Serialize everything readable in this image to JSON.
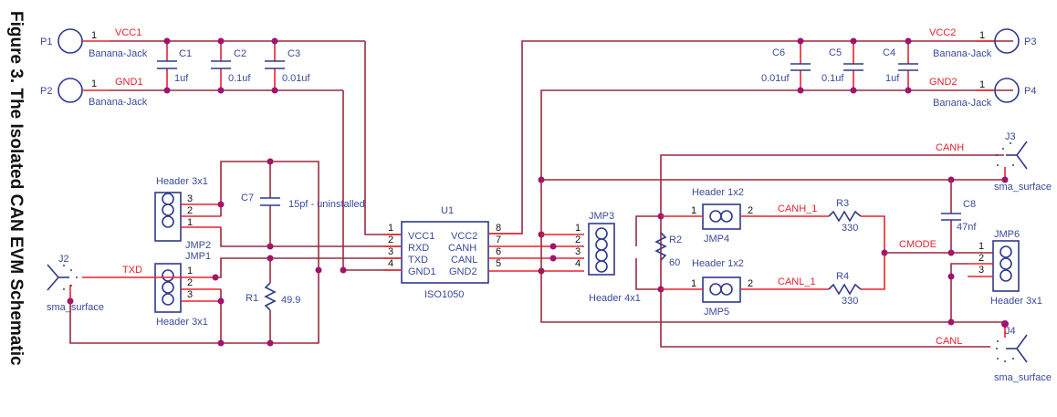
{
  "figure": {
    "title": "Figure 3. The Isolated CAN EVM Schematic"
  },
  "nets": {
    "vcc1": "VCC1",
    "gnd1": "GND1",
    "vcc2": "VCC2",
    "gnd2": "GND2",
    "txd": "TXD",
    "canh": "CANH",
    "canl": "CANL",
    "canh_1": "CANH_1",
    "canl_1": "CANL_1",
    "cmode": "CMODE"
  },
  "connectors": {
    "p1": {
      "ref": "P1",
      "type": "Banana-Jack",
      "pin": "1"
    },
    "p2": {
      "ref": "P2",
      "type": "Banana-Jack",
      "pin": "1"
    },
    "p3": {
      "ref": "P3",
      "type": "Banana-Jack",
      "pin": "1"
    },
    "p4": {
      "ref": "P4",
      "type": "Banana-Jack",
      "pin": "1"
    },
    "j2": {
      "ref": "J2",
      "type": "sma_surface"
    },
    "j3": {
      "ref": "J3",
      "type": "sma_surface"
    },
    "j4": {
      "ref": "J4",
      "type": "sma_surface"
    }
  },
  "capacitors": {
    "c1": {
      "ref": "C1",
      "value": "1uf"
    },
    "c2": {
      "ref": "C2",
      "value": "0.1uf"
    },
    "c3": {
      "ref": "C3",
      "value": "0.01uf"
    },
    "c4": {
      "ref": "C4",
      "value": "1uf"
    },
    "c5": {
      "ref": "C5",
      "value": "0.1uf"
    },
    "c6": {
      "ref": "C6",
      "value": "0.01uf"
    },
    "c7": {
      "ref": "C7",
      "value": "15pf - uninstalled"
    },
    "c8": {
      "ref": "C8",
      "value": "47nf"
    }
  },
  "resistors": {
    "r1": {
      "ref": "R1",
      "value": "49.9"
    },
    "r2": {
      "ref": "R2",
      "value": "60"
    },
    "r3": {
      "ref": "R3",
      "value": "330"
    },
    "r4": {
      "ref": "R4",
      "value": "330"
    }
  },
  "jumpers": {
    "jmp1": {
      "ref": "JMP1",
      "type": "Header 3x1",
      "pins": [
        "1",
        "2",
        "3"
      ]
    },
    "jmp2": {
      "ref": "JMP2",
      "type": "Header 3x1",
      "pins": [
        "3",
        "2",
        "1"
      ]
    },
    "jmp3": {
      "ref": "JMP3",
      "type": "Header 4x1",
      "pins": [
        "1",
        "2",
        "3",
        "4"
      ]
    },
    "jmp4": {
      "ref": "JMP4",
      "type": "Header 1x2",
      "pins": [
        "1",
        "2"
      ]
    },
    "jmp5": {
      "ref": "JMP5",
      "type": "Header 1x2",
      "pins": [
        "1",
        "2"
      ]
    },
    "jmp6": {
      "ref": "JMP6",
      "type": "Header 3x1",
      "pins": [
        "1",
        "2",
        "3"
      ]
    }
  },
  "u1": {
    "ref": "U1",
    "part": "ISO1050",
    "left_pins": [
      {
        "num": "1",
        "name": "VCC1"
      },
      {
        "num": "2",
        "name": "RXD"
      },
      {
        "num": "3",
        "name": "TXD"
      },
      {
        "num": "4",
        "name": "GND1"
      }
    ],
    "right_pins": [
      {
        "num": "8",
        "name": "VCC2"
      },
      {
        "num": "7",
        "name": "CANH"
      },
      {
        "num": "6",
        "name": "CANL"
      },
      {
        "num": "5",
        "name": "GND2"
      }
    ]
  }
}
